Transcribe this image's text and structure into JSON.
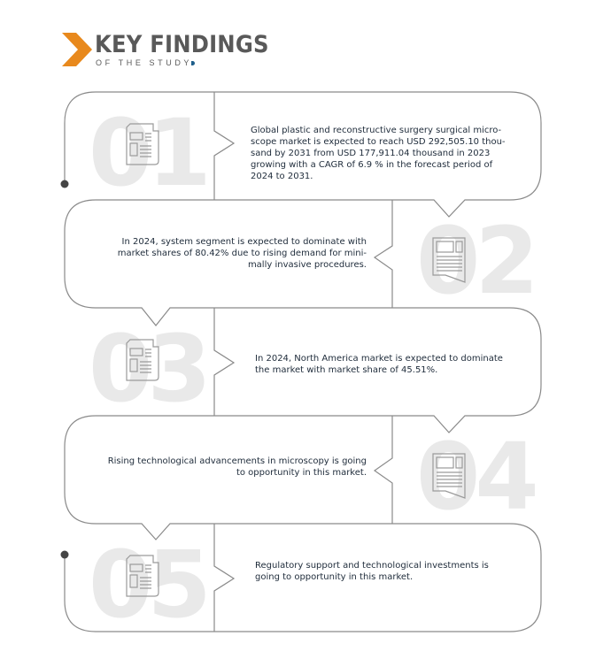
{
  "header": {
    "title": "KEY FINDINGS",
    "subtitle": "OF THE STUDY"
  },
  "colors": {
    "accent": "#E8891D",
    "title": "#595959",
    "text": "#1E2B3A",
    "number": "#E9E9E9",
    "line": "#8A8A8A"
  },
  "findings": [
    {
      "number": "01",
      "icon": "newspaper-icon",
      "text": "Global plastic and reconstructive surgery surgical micro-scope market is expected to reach USD 292,505.10 thou-sand by 2031 from USD 177,911.04 thousand in 2023 growing with a CAGR of 6.9 % in the forecast period of 2024 to 2031."
    },
    {
      "number": "02",
      "icon": "newspaper-icon",
      "text": "In 2024, system segment is expected to dominate with market shares of 80.42% due to rising demand for mini-mally invasive procedures."
    },
    {
      "number": "03",
      "icon": "newspaper-icon",
      "text": "In 2024, North America market is expected to dominate the market with market share of 45.51%."
    },
    {
      "number": "04",
      "icon": "newspaper-icon",
      "text": "Rising technological advancements in microscopy is going to opportunity in this market."
    },
    {
      "number": "05",
      "icon": "newspaper-icon",
      "text": "Regulatory support and technological investments is going to opportunity in this market."
    }
  ]
}
